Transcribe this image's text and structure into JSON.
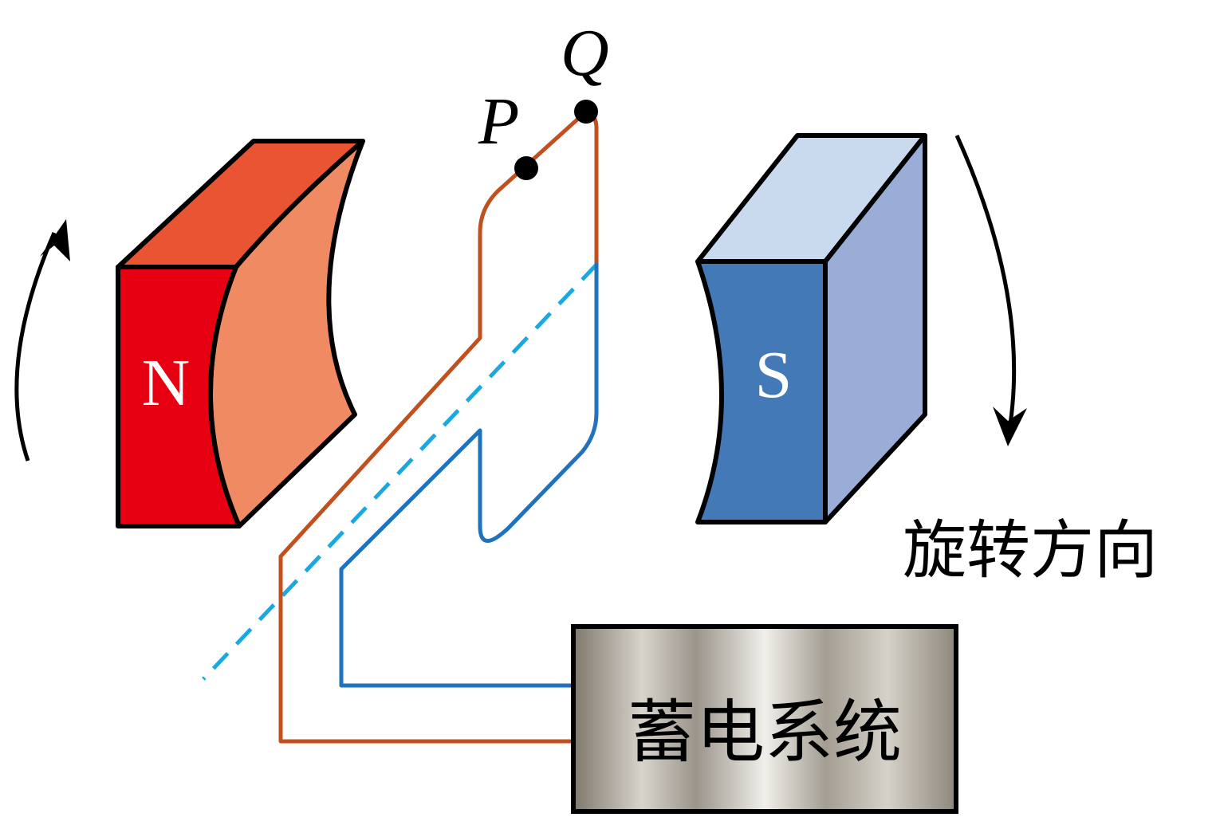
{
  "magnets": {
    "north": {
      "label": "N"
    },
    "south": {
      "label": "S"
    }
  },
  "coil": {
    "point_p": "P",
    "point_q": "Q"
  },
  "rotation": {
    "label": "旋转方向"
  },
  "storage": {
    "label": "蓄电系统"
  },
  "colors": {
    "north_front": "#e60012",
    "north_top": "#e95532",
    "north_inner": "#f08a62",
    "south_front": "#4479b8",
    "south_top": "#c9daee",
    "south_side": "#99add6",
    "wire_a": "#c0501d",
    "wire_b": "#1f72bb",
    "axis": "#1aa8e0"
  }
}
